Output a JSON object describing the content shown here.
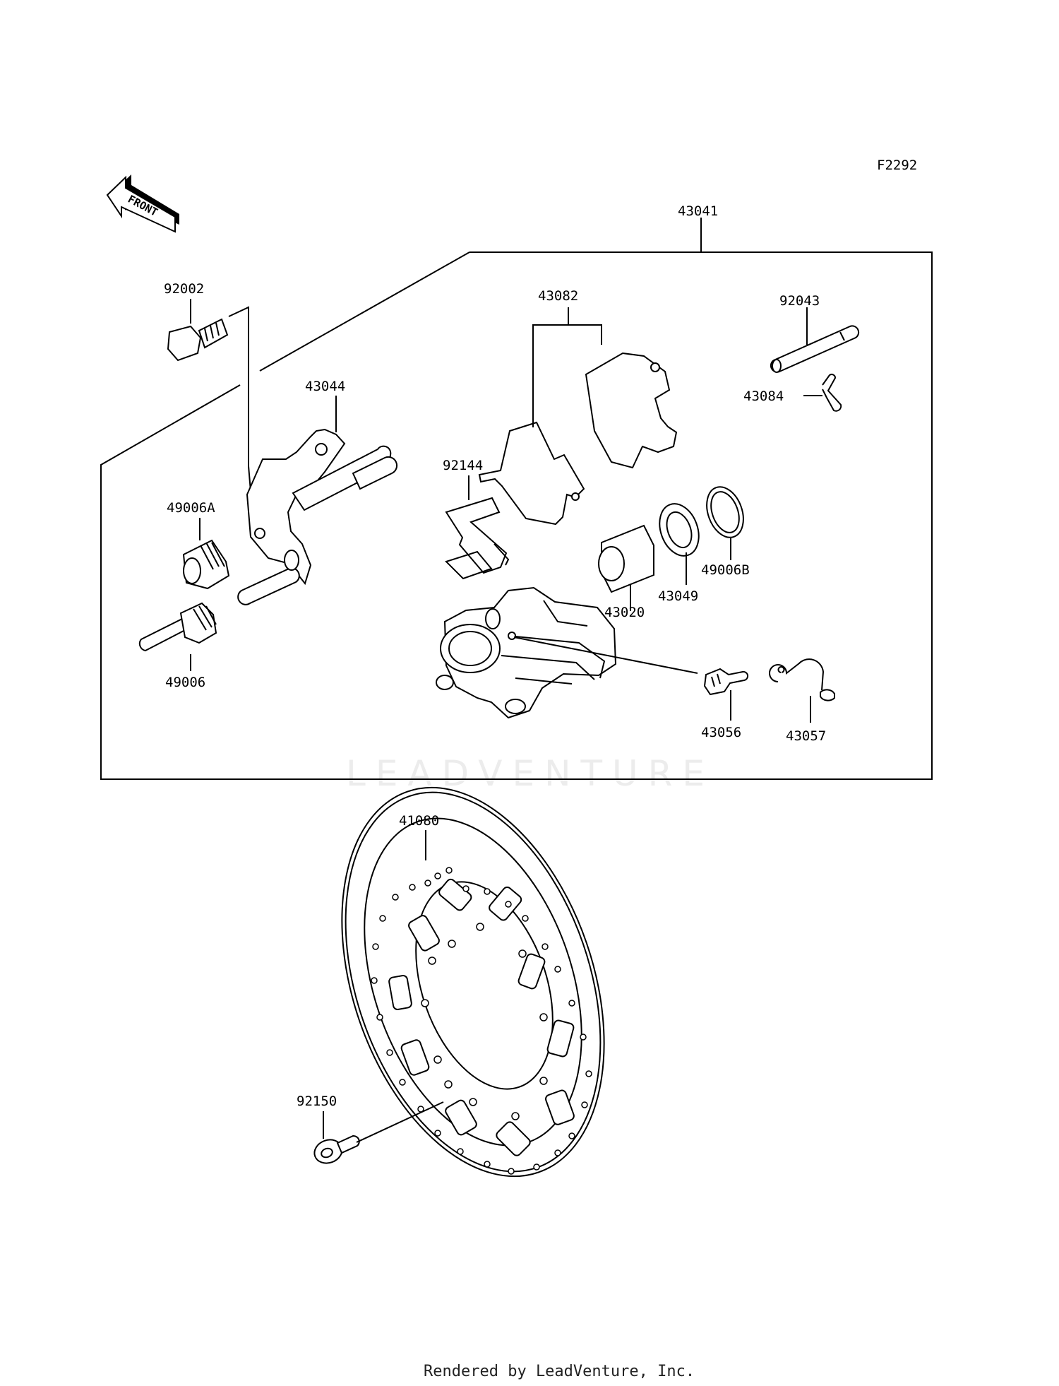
{
  "diagram_id": "F2292",
  "front_arrow": "FRONT",
  "watermark": "LEADVENTURE",
  "footer": "Rendered by LeadVenture, Inc.",
  "labels": {
    "p43041": "43041",
    "p92002": "92002",
    "p43044": "43044",
    "p43082": "43082",
    "p92043": "92043",
    "p43084": "43084",
    "p92144": "92144",
    "p49006A": "49006A",
    "p49006": "49006",
    "p43020": "43020",
    "p43049": "43049",
    "p49006B": "49006B",
    "p43056": "43056",
    "p43057": "43057",
    "p41080": "41080",
    "p92150": "92150"
  }
}
